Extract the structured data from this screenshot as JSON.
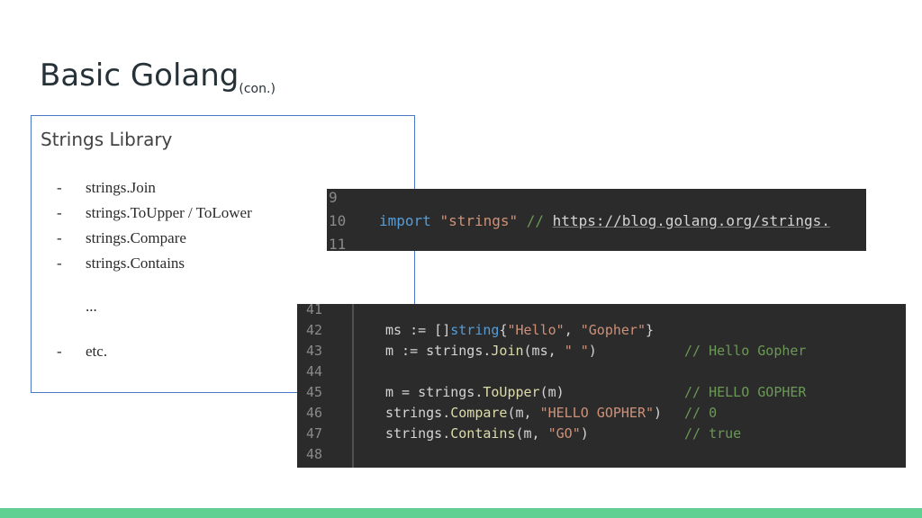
{
  "slide": {
    "title": "Basic Golang",
    "title_sub": "(con.)"
  },
  "box": {
    "heading": "Strings Library",
    "items": [
      {
        "dash": "-",
        "text": "strings.Join"
      },
      {
        "dash": "-",
        "text": "strings.ToUpper / ToLower"
      },
      {
        "dash": "-",
        "text": "strings.Compare"
      },
      {
        "dash": "-",
        "text": "strings.Contains"
      },
      {
        "dash": "",
        "text": "..."
      },
      {
        "dash": "-",
        "text": "etc."
      }
    ]
  },
  "code_import": {
    "lines": [
      {
        "n": "9",
        "parts": []
      },
      {
        "n": "10",
        "parts": [
          {
            "t": "import",
            "c": "kw"
          },
          {
            "t": " ",
            "c": "plain"
          },
          {
            "t": "\"strings\"",
            "c": "str"
          },
          {
            "t": " // ",
            "c": "cm"
          },
          {
            "t": "https://blog.golang.org/strings.",
            "c": "url"
          }
        ]
      },
      {
        "n": "11",
        "parts": []
      }
    ]
  },
  "code_main": {
    "lines": [
      {
        "n": "41",
        "parts": [],
        "comment": ""
      },
      {
        "n": "42",
        "parts": [
          {
            "t": "ms := []",
            "c": "plain"
          },
          {
            "t": "string",
            "c": "kw"
          },
          {
            "t": "{",
            "c": "plain"
          },
          {
            "t": "\"Hello\"",
            "c": "str"
          },
          {
            "t": ", ",
            "c": "plain"
          },
          {
            "t": "\"Gopher\"",
            "c": "str"
          },
          {
            "t": "}",
            "c": "plain"
          }
        ],
        "comment": ""
      },
      {
        "n": "43",
        "parts": [
          {
            "t": "m := strings.",
            "c": "plain"
          },
          {
            "t": "Join",
            "c": "fn"
          },
          {
            "t": "(ms, ",
            "c": "plain"
          },
          {
            "t": "\" \"",
            "c": "str"
          },
          {
            "t": ")",
            "c": "plain"
          }
        ],
        "comment": "// Hello Gopher"
      },
      {
        "n": "44",
        "parts": [],
        "comment": ""
      },
      {
        "n": "45",
        "parts": [
          {
            "t": "m = strings.",
            "c": "plain"
          },
          {
            "t": "ToUpper",
            "c": "fn"
          },
          {
            "t": "(m)",
            "c": "plain"
          }
        ],
        "comment": "// HELLO GOPHER"
      },
      {
        "n": "46",
        "parts": [
          {
            "t": "strings.",
            "c": "plain"
          },
          {
            "t": "Compare",
            "c": "fn"
          },
          {
            "t": "(m, ",
            "c": "plain"
          },
          {
            "t": "\"HELLO GOPHER\"",
            "c": "str"
          },
          {
            "t": ")",
            "c": "plain"
          }
        ],
        "comment": "// 0"
      },
      {
        "n": "47",
        "parts": [
          {
            "t": "strings.",
            "c": "plain"
          },
          {
            "t": "Contains",
            "c": "fn"
          },
          {
            "t": "(m, ",
            "c": "plain"
          },
          {
            "t": "\"GO\"",
            "c": "str"
          },
          {
            "t": ")",
            "c": "plain"
          }
        ],
        "comment": "// true"
      },
      {
        "n": "48",
        "parts": [],
        "comment": ""
      }
    ]
  },
  "colors": {
    "accent_bar": "#5fcf92",
    "box_border": "#4a78c4",
    "code_bg": "#2b2b2b"
  }
}
